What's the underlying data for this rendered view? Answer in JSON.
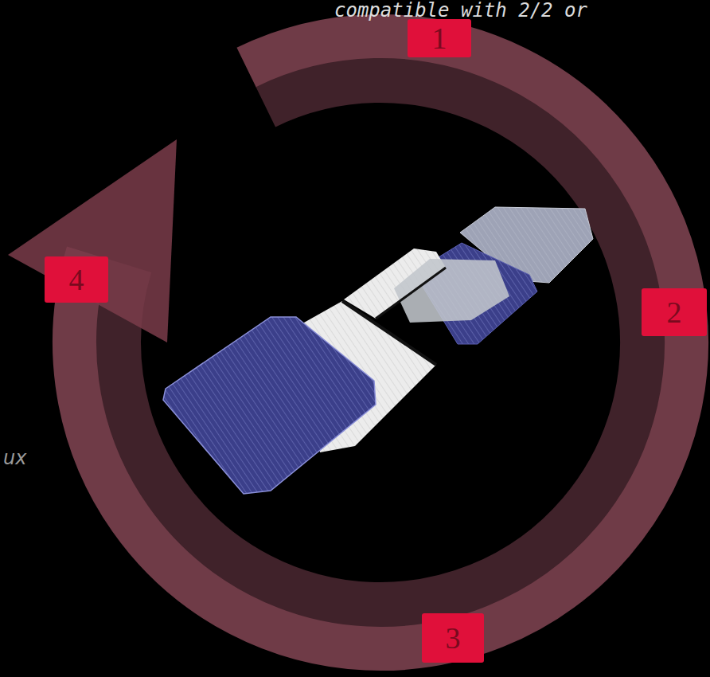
{
  "diagram": {
    "nodes": [
      {
        "text": [
          "1"
        ]
      },
      {
        "text": [
          "2"
        ]
      },
      {
        "text": [
          "3"
        ]
      },
      {
        "text": [
          "4"
        ]
      }
    ],
    "labels": [
      "compatible with 2/2 or",
      "ux"
    ]
  }
}
